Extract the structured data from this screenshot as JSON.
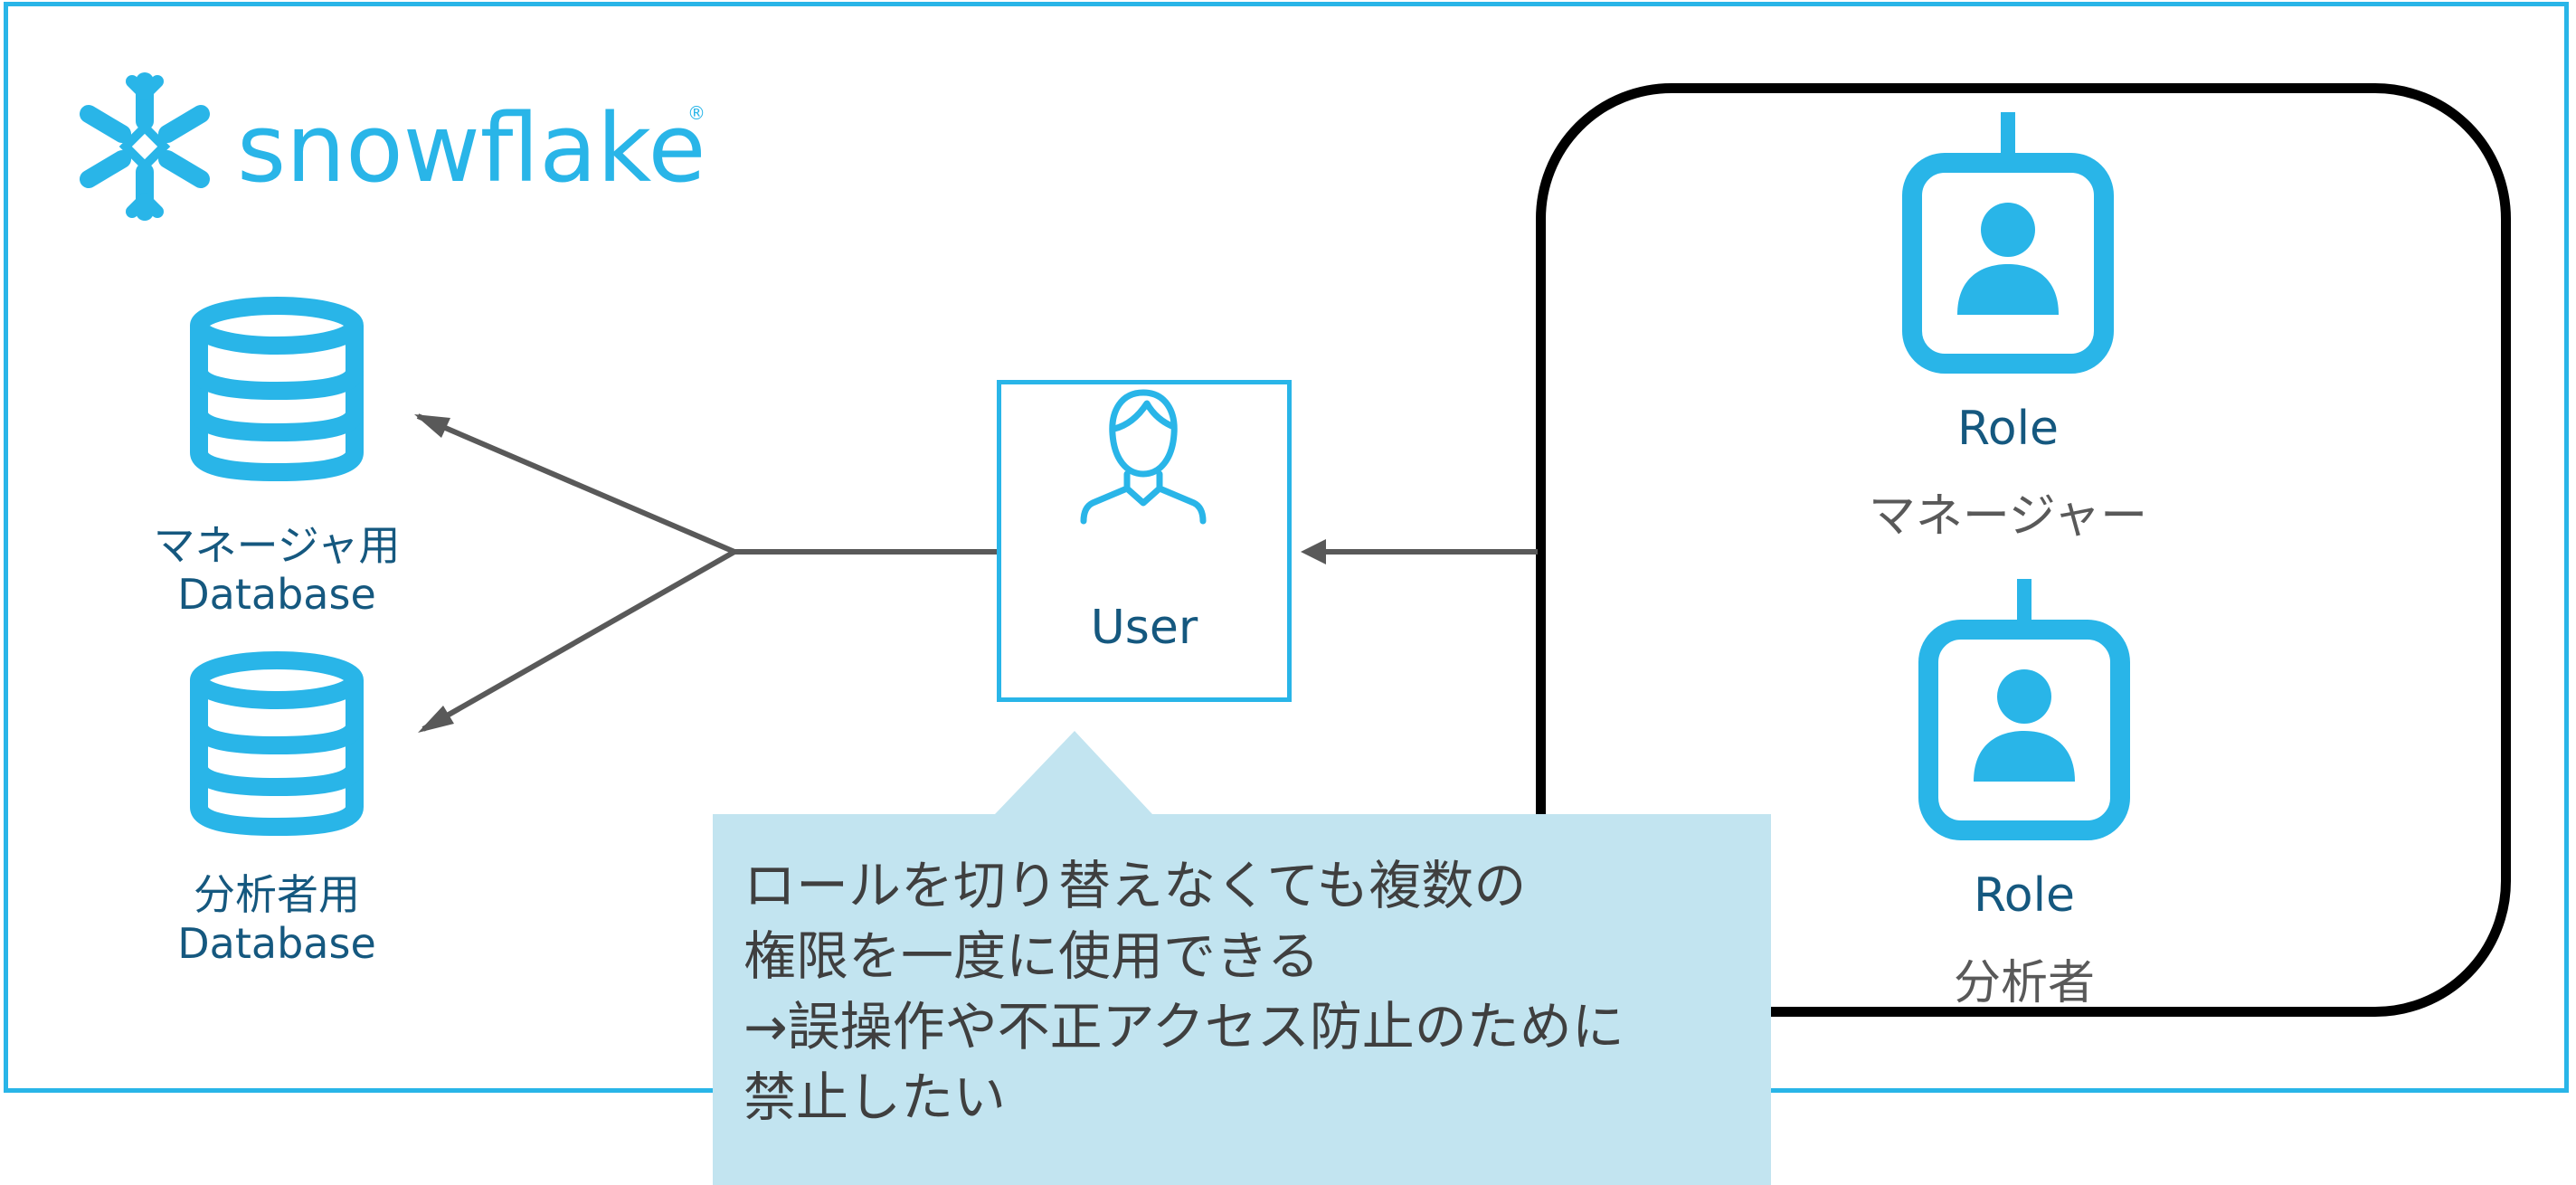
{
  "brand": {
    "name": "snowflake",
    "registered_mark": "®",
    "color": "#29b5e8"
  },
  "databases": [
    {
      "line1": "マネージャ用",
      "line2": "Database",
      "icon": "database-icon"
    },
    {
      "line1": "分析者用",
      "line2": "Database",
      "icon": "database-icon"
    }
  ],
  "user": {
    "label": "User",
    "icon": "user-icon"
  },
  "roles": [
    {
      "title": "Role",
      "name": "マネージャー",
      "icon": "role-badge-icon"
    },
    {
      "title": "Role",
      "name": "分析者",
      "icon": "role-badge-icon"
    }
  ],
  "callout": {
    "lines": [
      "ロールを切り替えなくても複数の",
      "権限を一度に使用できる",
      "→誤操作や不正アクセス防止のために",
      "禁止したい"
    ],
    "background": "#c2e4f0"
  },
  "colors": {
    "accent": "#29b5e8",
    "label": "#15587f",
    "arrow": "#595959",
    "group_border": "#000000"
  }
}
